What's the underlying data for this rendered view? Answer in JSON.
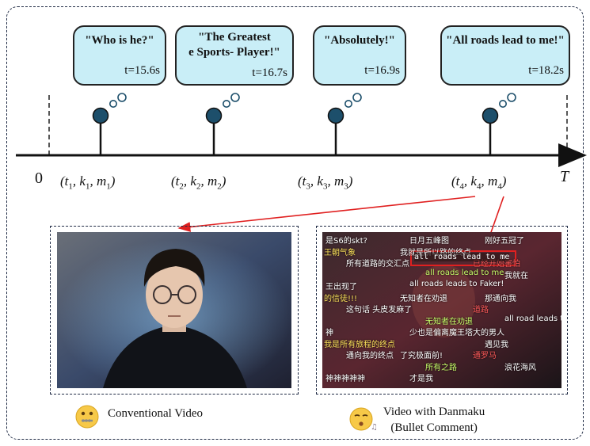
{
  "comments": [
    {
      "lines": [
        "\"Who is he?\""
      ],
      "time": "t=15.6s"
    },
    {
      "lines": [
        "\"The Greatest",
        "e Sports- Player!\""
      ],
      "time": "t=16.7s"
    },
    {
      "lines": [
        "\"Absolutely!\""
      ],
      "time": "t=16.9s"
    },
    {
      "lines": [
        "\"All roads lead to me!\""
      ],
      "time": "t=18.2s"
    }
  ],
  "axis": {
    "start": "0",
    "end": "T"
  },
  "tuples": [
    {
      "a": "t",
      "b": "k",
      "c": "m",
      "i": "1"
    },
    {
      "a": "t",
      "b": "k",
      "c": "m",
      "i": "2"
    },
    {
      "a": "t",
      "b": "k",
      "c": "m",
      "i": "3"
    },
    {
      "a": "t",
      "b": "k",
      "c": "m",
      "i": "4"
    }
  ],
  "danmaku": [
    "是S6的skt?",
    "日月五峰图",
    "刚好五冠了",
    "王朝气象",
    "我就是所以路的终点",
    "已经开始害怕",
    "所有道路的交汇点",
    "all roads lead to me",
    "我就在",
    "王出现了",
    "all roads leads to Faker!",
    "那通向我",
    "的信徒!!!",
    "无知者在劝退",
    "道路",
    "这句话 头皮发麻了",
    "无知者在劝退",
    "all road leads to me",
    "神",
    "少也是偏离魔王塔大的男人",
    "遇见我",
    "我是所有旅程的终点",
    "了究极面前!",
    "通罗马",
    "通向我的终点",
    "所有之路",
    "浪花海风",
    "神神神神神",
    "才是我"
  ],
  "highlight_text": "all roads lead to me",
  "captions": {
    "left": "Conventional Video",
    "right_line1": "Video with Danmaku",
    "right_line2": "(Bullet Comment)"
  },
  "colors": {
    "bubble_fill": "#c9eef7",
    "pin": "#1d4f6b",
    "arrow": "#e02020",
    "frame": "#1f2a44"
  }
}
